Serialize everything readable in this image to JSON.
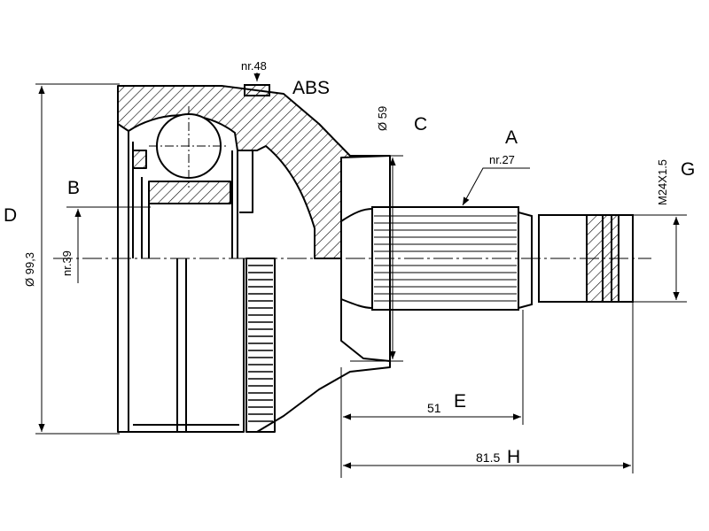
{
  "labels": {
    "nr48": "nr.48",
    "abs": "ABS",
    "d59": "Ø 59",
    "c": "C",
    "a": "A",
    "nr27": "nr.27",
    "thread": "M24X1.5",
    "g": "G",
    "b": "B",
    "d": "D",
    "d993": "Ø 99,3",
    "nr39": "nr.39",
    "dim51": "51",
    "e": "E",
    "dim815": "81.5",
    "h": "H"
  },
  "colors": {
    "line": "#000000",
    "background": "#ffffff"
  }
}
